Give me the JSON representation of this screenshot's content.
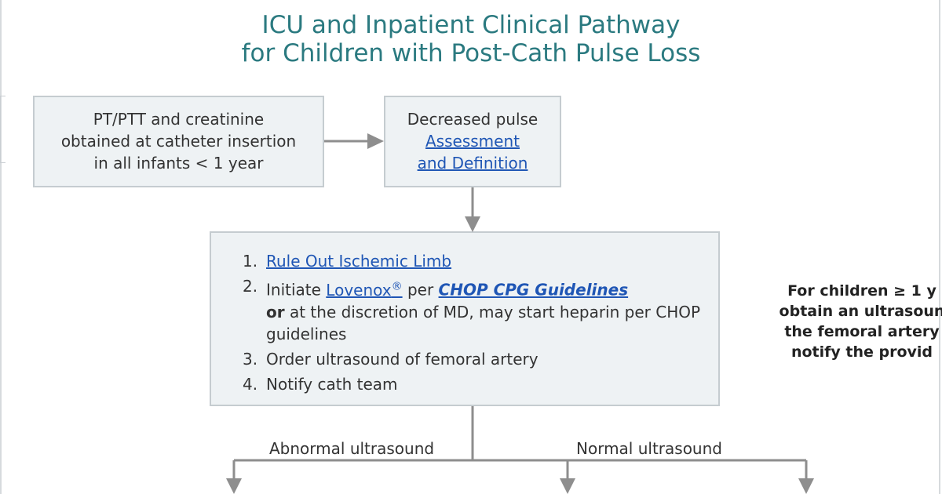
{
  "title": {
    "line1": "ICU and Inpatient Clinical Pathway",
    "line2": "for Children with Post-Cath Pulse Loss"
  },
  "box_initial": {
    "line1": "PT/PTT and creatinine",
    "line2": "obtained at catheter insertion",
    "line3": "in all infants < 1 year"
  },
  "box_decreased": {
    "line1": "Decreased pulse",
    "link1": "Assessment",
    "link2": "and Definition"
  },
  "box_steps": {
    "step1_num": "1.",
    "step1_link": "Rule Out Ischemic Limb",
    "step2_num": "2.",
    "step2_pre": "Initiate ",
    "step2_link": "Lovenox",
    "step2_reg": "®",
    "step2_mid": " per ",
    "step2_link2": "CHOP CPG Guidelines",
    "step2_or": "or",
    "step2_rest": " at the discretion of MD, may start heparin per CHOP guidelines",
    "step3_num": "3.",
    "step3_text": "Order ultrasound of femoral artery",
    "step4_num": "4.",
    "step4_text": "Notify cath team"
  },
  "side_note": {
    "line1": "For children ≥ 1 y",
    "line2": "obtain an ultrasoun",
    "line3": "the femoral artery",
    "line4": "notify the provid"
  },
  "branches": {
    "abnormal": "Abnormal ultrasound",
    "normal": "Normal ultrasound"
  },
  "colors": {
    "title": "#2b7a80",
    "box_fill": "#eef2f4",
    "box_border": "#c5ccd0",
    "link": "#1f56b5",
    "connector": "#8e8e8e"
  }
}
